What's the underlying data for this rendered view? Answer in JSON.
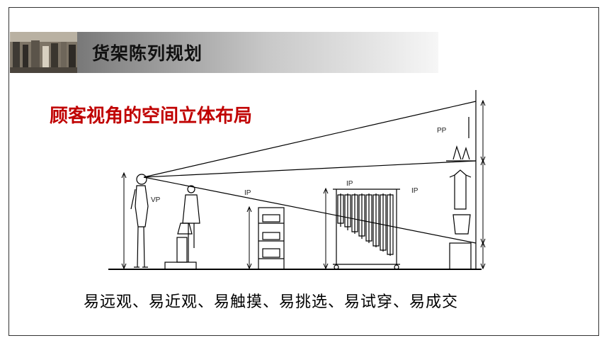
{
  "header": {
    "title": "货架陈列规划"
  },
  "diagram": {
    "subtitle": "顾客视角的空间立体布局",
    "labels": {
      "vp": "VP",
      "pp": "PP",
      "ip_left": "IP",
      "ip_center": "IP",
      "ip_right": "IP"
    }
  },
  "caption": "易远观、易近观、易触摸、易挑选、易试穿、易成交"
}
